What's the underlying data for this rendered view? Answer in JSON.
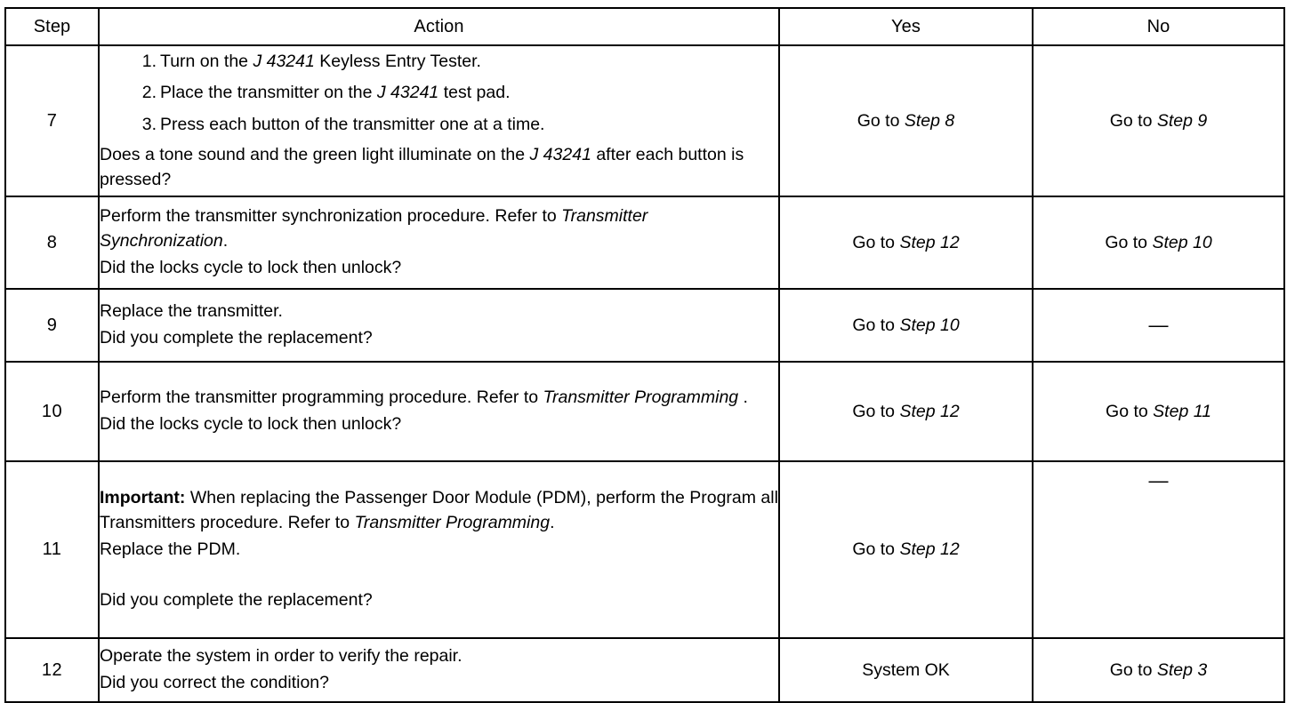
{
  "table": {
    "headers": {
      "step": "Step",
      "action": "Action",
      "yes": "Yes",
      "no": "No"
    },
    "rows": [
      {
        "step": "7",
        "action": {
          "list": [
            {
              "num": "1.",
              "pre": "Turn on the ",
              "ital": "J 43241",
              "post": " Keyless Entry Tester."
            },
            {
              "num": "2.",
              "pre": "Place the transmitter on the ",
              "ital": "J 43241",
              "post": " test pad."
            },
            {
              "num": "3.",
              "pre": "Press each button of the transmitter one at a time.",
              "ital": "",
              "post": ""
            }
          ],
          "question_pre": "Does a tone sound and the green light illuminate on the ",
          "question_ital": "J 43241",
          "question_post": " after each button is pressed?"
        },
        "yes": {
          "pre": "Go to ",
          "ital": "Step 8"
        },
        "no": {
          "pre": "Go to ",
          "ital": "Step 9"
        }
      },
      {
        "step": "8",
        "action": {
          "body_pre": "Perform the transmitter synchronization procedure. Refer to ",
          "body_ital": "Transmitter Synchronization",
          "body_post": ".",
          "question": "Did the locks cycle to lock then unlock?"
        },
        "yes": {
          "pre": "Go to ",
          "ital": "Step 12"
        },
        "no": {
          "pre": "Go to ",
          "ital": "Step 10"
        }
      },
      {
        "step": "9",
        "action": {
          "body_pre": "Replace the transmitter.",
          "body_ital": "",
          "body_post": "",
          "question": "Did you complete the replacement?"
        },
        "yes": {
          "pre": "Go to ",
          "ital": "Step 10"
        },
        "no": {
          "dash": "—"
        }
      },
      {
        "step": "10",
        "action": {
          "body_pre": "Perform the transmitter programming procedure. Refer to ",
          "body_ital": "Transmitter Programming",
          "body_post": " .",
          "question": "Did the locks cycle to lock then unlock?"
        },
        "yes": {
          "pre": "Go to ",
          "ital": "Step 12"
        },
        "no": {
          "pre": "Go to ",
          "ital": "Step 11"
        }
      },
      {
        "step": "11",
        "action": {
          "important_label": "Important:",
          "important_pre": " When replacing the Passenger Door Module (PDM), perform the Program all Transmitters procedure. Refer to ",
          "important_ital": "Transmitter Programming",
          "important_post": ".",
          "second": "Replace the PDM.",
          "question": "Did you complete the replacement?"
        },
        "yes": {
          "pre": "Go to ",
          "ital": "Step 12"
        },
        "no": {
          "dash": "—"
        }
      },
      {
        "step": "12",
        "action": {
          "body_pre": "Operate the system in order to verify the repair.",
          "body_ital": "",
          "body_post": "",
          "question": "Did you correct the condition?"
        },
        "yes": {
          "plain": "System OK"
        },
        "no": {
          "pre": "Go to ",
          "ital": "Step 3"
        }
      }
    ]
  }
}
